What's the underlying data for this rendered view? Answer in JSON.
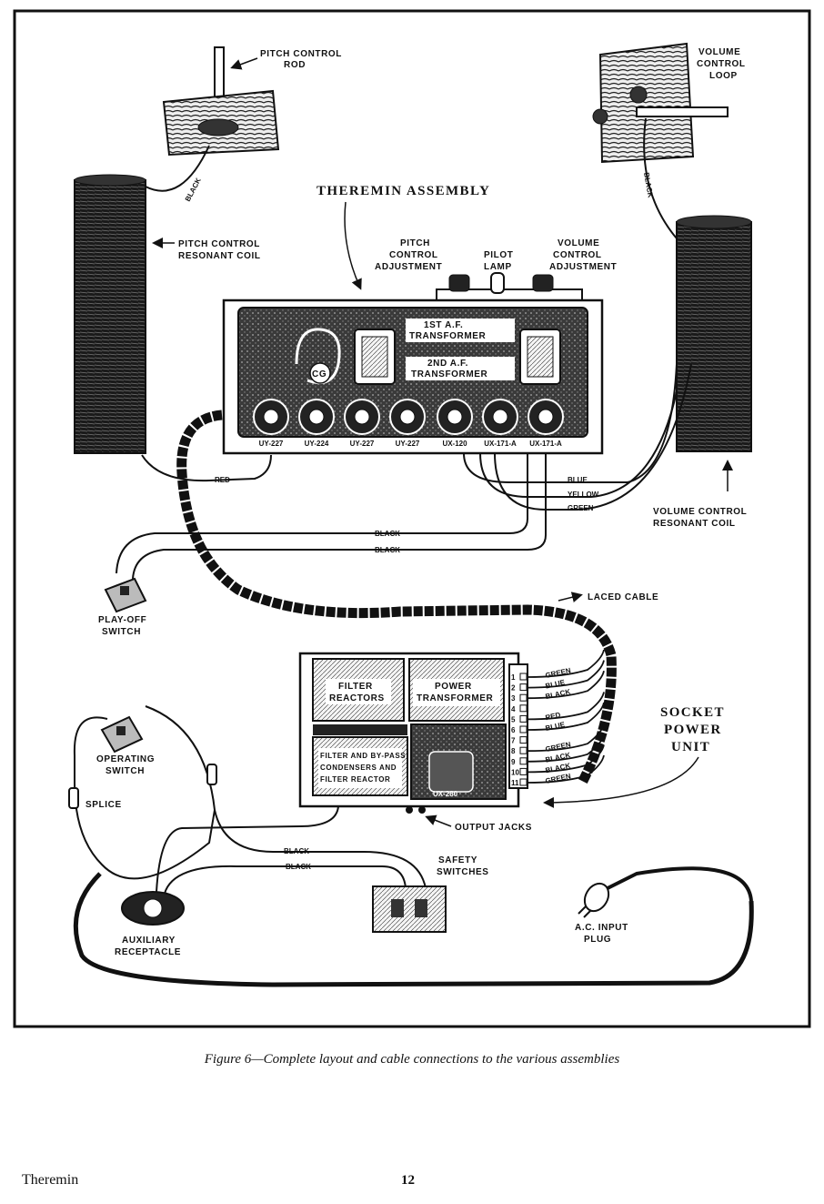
{
  "labels": {
    "pitch_rod": [
      "PITCH CONTROL",
      "ROD"
    ],
    "volume_loop": [
      "VOLUME",
      "CONTROL",
      "LOOP"
    ],
    "theremin_assembly": "THEREMIN ASSEMBLY",
    "pitch_coil": [
      "PITCH CONTROL",
      "RESONANT COIL"
    ],
    "pitch_adj": [
      "PITCH",
      "CONTROL",
      "ADJUSTMENT"
    ],
    "pilot_lamp": [
      "PILOT",
      "LAMP"
    ],
    "volume_adj": [
      "VOLUME",
      "CONTROL",
      "ADJUSTMENT"
    ],
    "transformer1": [
      "1ST A.F.",
      "TRANSFORMER"
    ],
    "transformer2": [
      "2ND A.F.",
      "TRANSFORMER"
    ],
    "cg": "CG",
    "tubes": [
      "UY-227",
      "UY-224",
      "UY-227",
      "UY-227",
      "UX-120",
      "UX-171-A",
      "UX-171-A"
    ],
    "volume_coil": [
      "VOLUME CONTROL",
      "RESONANT COIL"
    ],
    "playoff": [
      "PLAY-OFF",
      "SWITCH"
    ],
    "laced_cable": "LACED CABLE",
    "filter_reactors": [
      "FILTER",
      "REACTORS"
    ],
    "power_transformer": [
      "POWER",
      "TRANSFORMER"
    ],
    "filter_condensers": [
      "FILTER AND BY-PASS",
      "CONDENSERS AND",
      "FILTER REACTOR"
    ],
    "ux280": "UX-280",
    "socket_power": [
      "SOCKET",
      "POWER",
      "UNIT"
    ],
    "operating_switch": [
      "OPERATING",
      "SWITCH"
    ],
    "splice": "SPLICE",
    "output_jacks": "OUTPUT JACKS",
    "safety_switches": [
      "SAFETY",
      "SWITCHES"
    ],
    "ac_plug": [
      "A.C. INPUT",
      "PLUG"
    ],
    "aux_receptacle": [
      "AUXILIARY",
      "RECEPTACLE"
    ]
  },
  "wires": {
    "black": "BLACK",
    "red": "RED",
    "blue": "BLUE",
    "yellow": "YELLOW",
    "green": "GREEN"
  },
  "terminals": {
    "numbers": [
      "1",
      "2",
      "3",
      "4",
      "5",
      "6",
      "7",
      "8",
      "9",
      "10",
      "11"
    ],
    "wire_colors": [
      "GREEN",
      "BLUE",
      "BLACK",
      "",
      "RED",
      "BLUE",
      "",
      "GREEN",
      "BLACK",
      "BLACK",
      "GREEN"
    ]
  },
  "caption": "Figure 6—Complete layout and cable connections to the various assemblies",
  "footer": {
    "title": "Theremin",
    "page": "12"
  }
}
